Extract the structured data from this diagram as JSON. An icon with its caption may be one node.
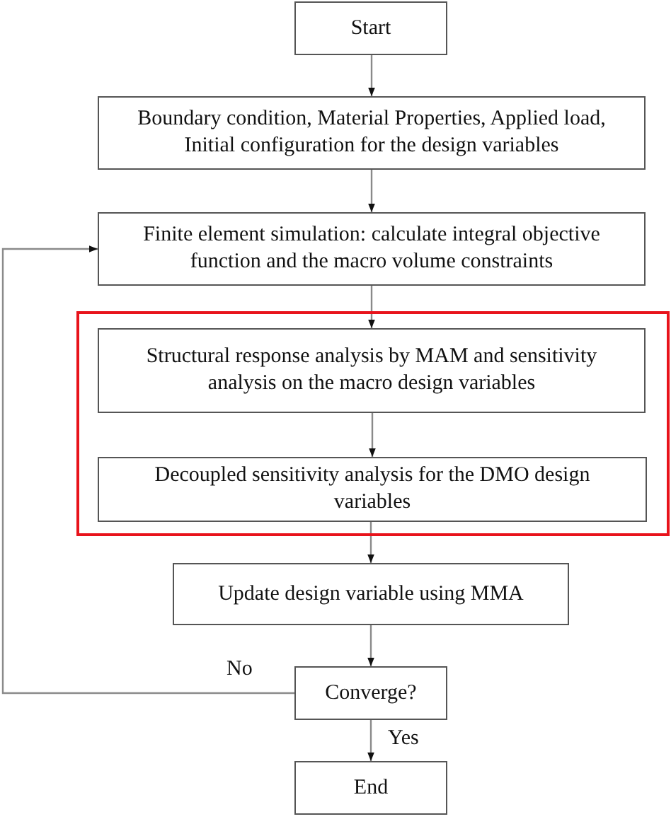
{
  "diagram": {
    "nodes": [
      {
        "text": [
          "Start"
        ]
      },
      {
        "text": [
          "Boundary condition, Material Properties, Applied load, Initial configuration for the design variables"
        ]
      },
      {
        "text": [
          "Finite element simulation: calculate integral objective function and the macro volume constraints"
        ]
      },
      {
        "text": [],
        "shape": "box"
      },
      {
        "text": [
          "Structural response analysis by MAM and sensitivity analysis on the macro design variables"
        ],
        "in": 3
      },
      {
        "text": [
          "Decoupled sensitivity analysis for the DMO design variables"
        ],
        "in": 3
      },
      {
        "text": [
          "Update design variable using MMA"
        ]
      },
      {
        "text": [
          "Converge?"
        ]
      },
      {
        "text": [
          "End"
        ]
      }
    ],
    "edges": [
      {
        "from": 0,
        "to": 1,
        "arrow": "to"
      },
      {
        "from": 1,
        "to": 2,
        "arrow": "to"
      },
      {
        "from": 2,
        "to": 4,
        "arrow": "to"
      },
      {
        "from": 4,
        "to": 5,
        "arrow": "to"
      },
      {
        "from": 5,
        "to": 6,
        "arrow": "to"
      },
      {
        "from": 6,
        "to": 7,
        "arrow": "to"
      },
      {
        "from": 7,
        "to": 8,
        "arrow": "to",
        "label": "Yes"
      },
      {
        "from": 7,
        "to": 2,
        "arrow": "to",
        "label": "No"
      }
    ]
  }
}
